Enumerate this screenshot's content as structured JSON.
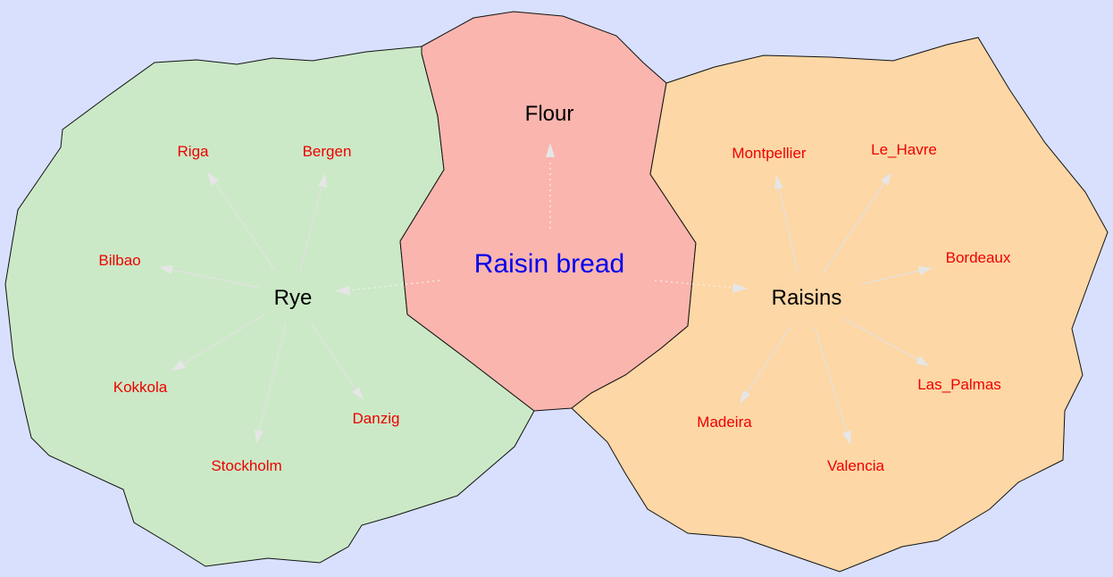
{
  "colors": {
    "background": "#d8e0fd",
    "rye_region": "#cbe9c6",
    "flour_region": "#fab5ae",
    "raisins_region": "#fdd7a5",
    "center_label": "#0000ee",
    "hub_label": "#000000",
    "leaf_label": "#ee0000"
  },
  "center": {
    "label": "Raisin bread"
  },
  "hubs": {
    "flour": {
      "label": "Flour"
    },
    "rye": {
      "label": "Rye"
    },
    "raisins": {
      "label": "Raisins"
    }
  },
  "rye_leaves": [
    "Riga",
    "Bergen",
    "Bilbao",
    "Kokkola",
    "Stockholm",
    "Danzig"
  ],
  "raisins_leaves": [
    "Montpellier",
    "Le_Havre",
    "Bordeaux",
    "Las_Palmas",
    "Madeira",
    "Valencia"
  ]
}
